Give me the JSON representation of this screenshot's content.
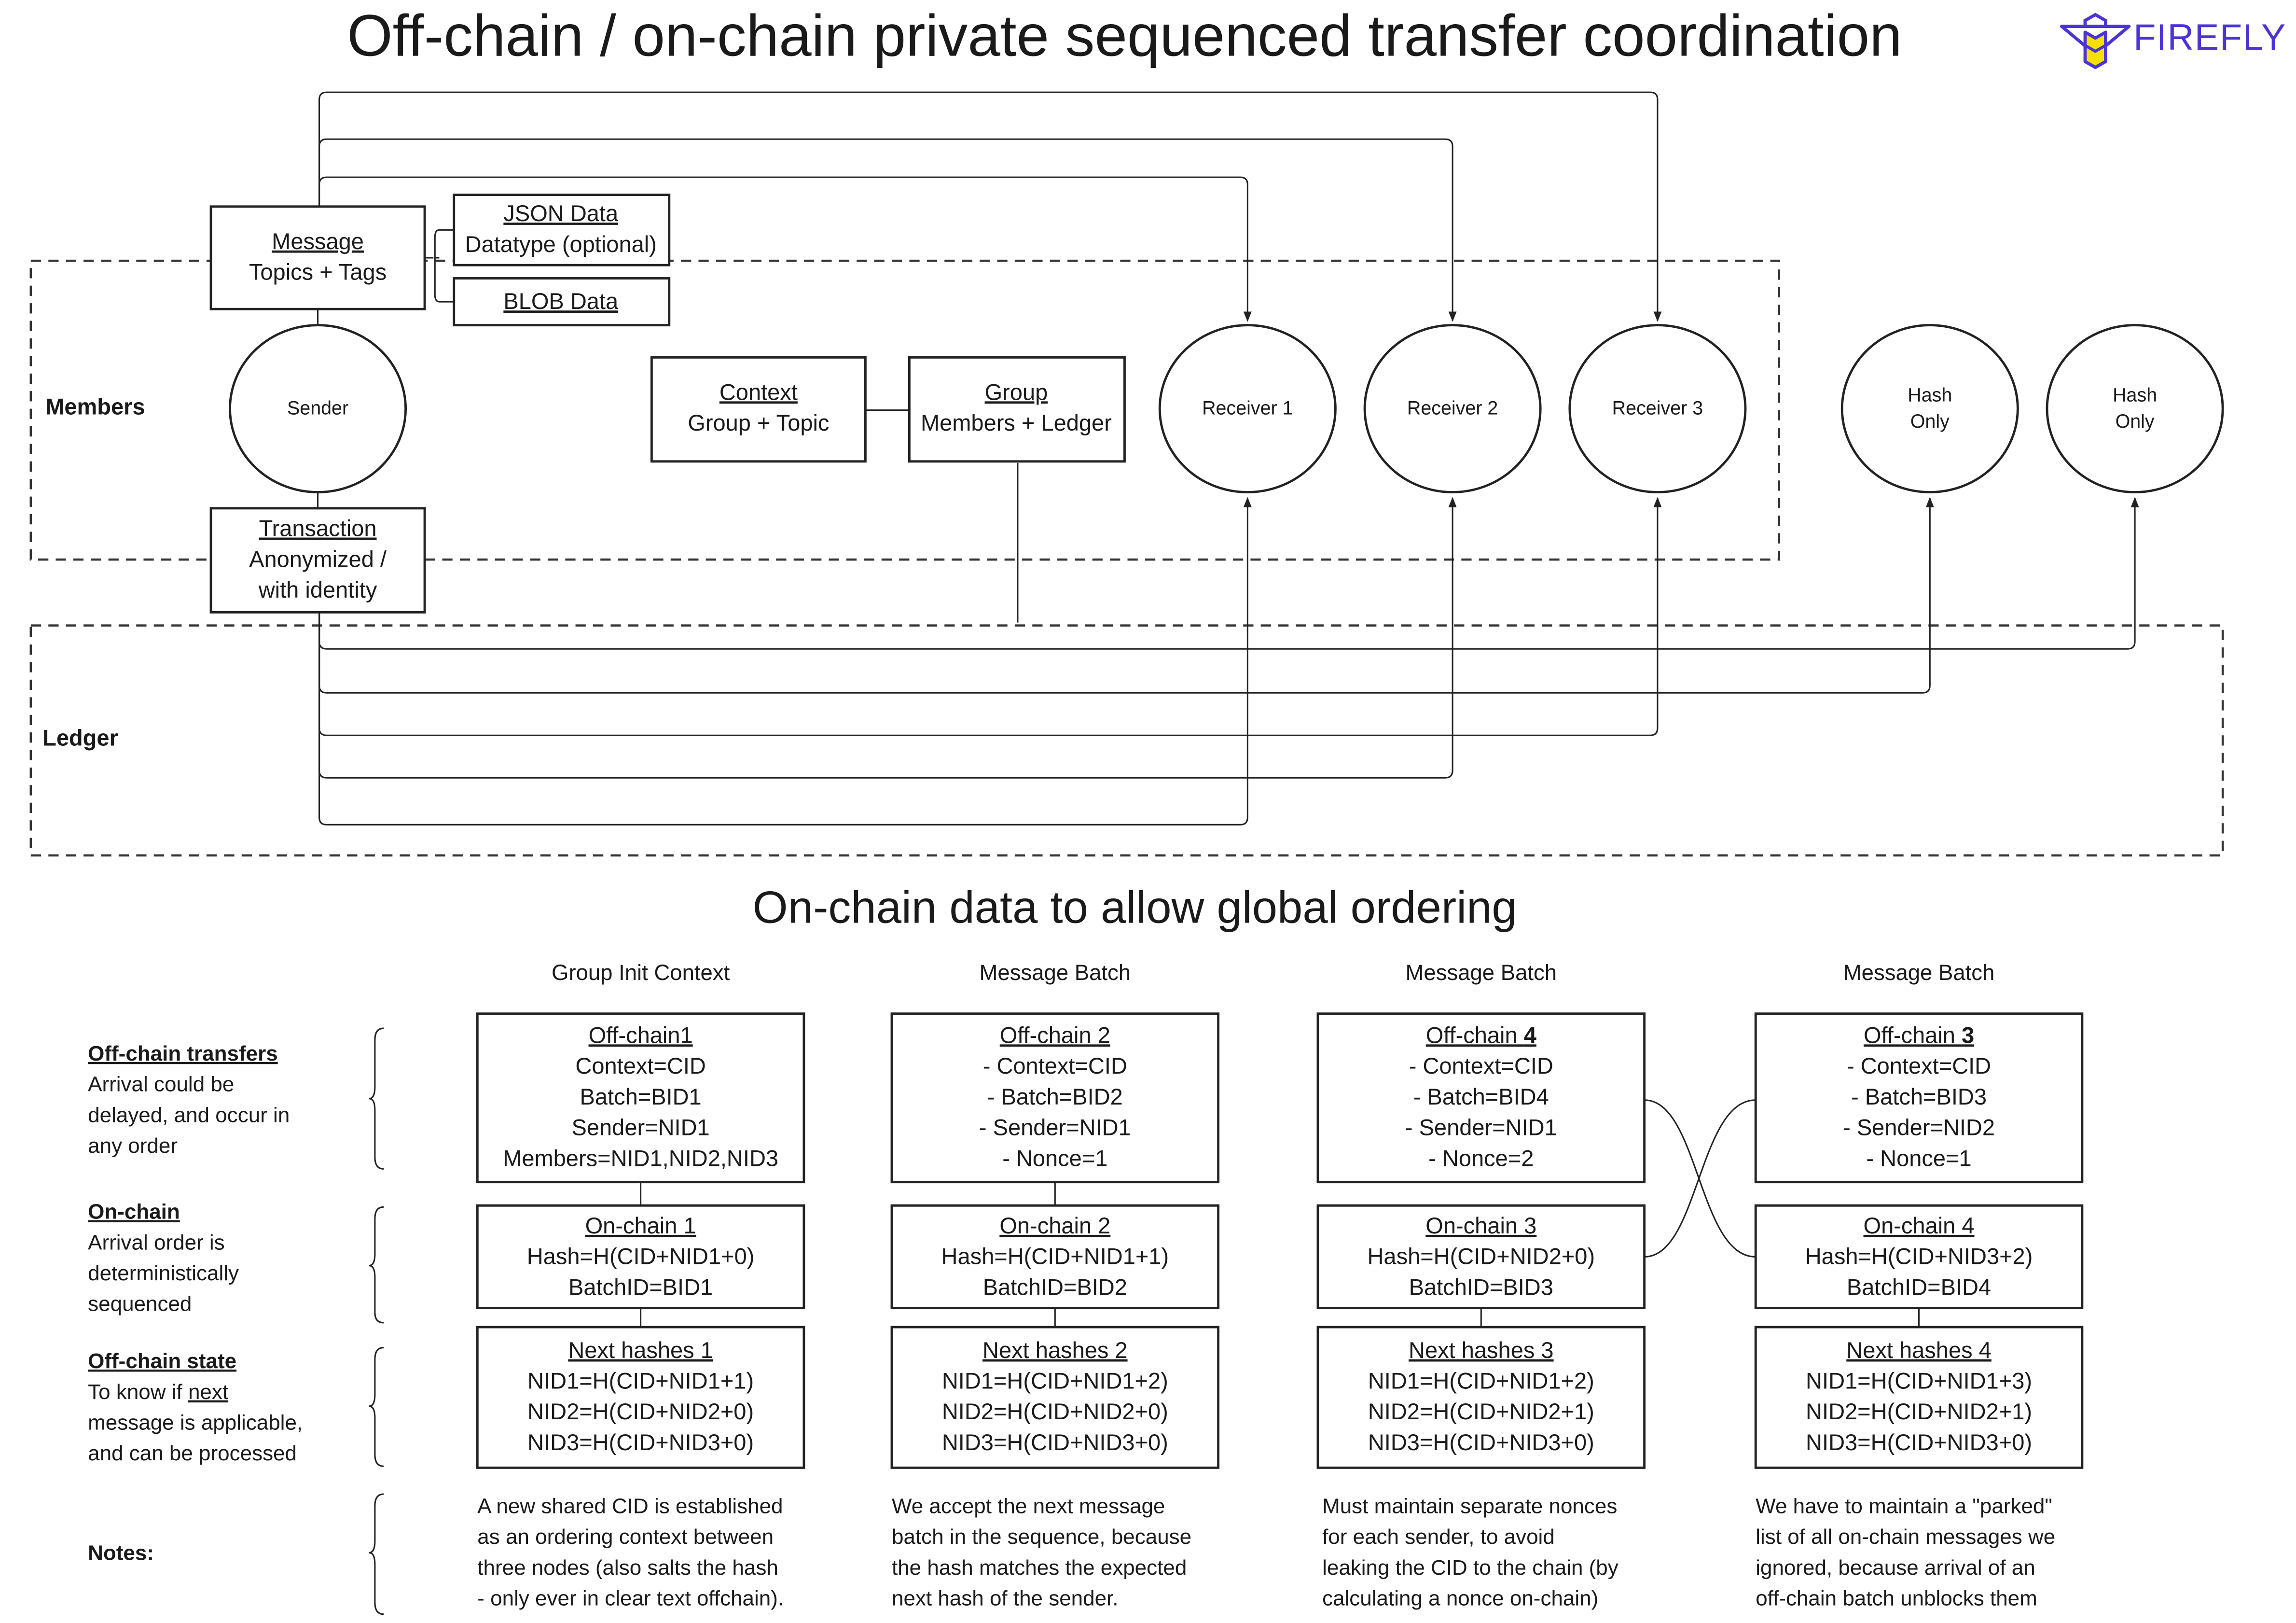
{
  "title": "Off-chain / on-chain private sequenced transfer coordination",
  "logo": {
    "text": "FIREFLY",
    "icon": "firefly-bee-icon",
    "brand_color": "#4a33d8",
    "accent_color": "#f5e000"
  },
  "top": {
    "members_label": "Members",
    "ledger_label": "Ledger",
    "message": {
      "title": "Message",
      "subtitle": "Topics + Tags"
    },
    "json_data": {
      "title": "JSON Data",
      "subtitle": "Datatype (optional)"
    },
    "blob_data": {
      "title": "BLOB Data"
    },
    "sender": "Sender",
    "transaction": {
      "title": "Transaction",
      "line1": "Anonymized /",
      "line2": "with identity"
    },
    "context": {
      "title": "Context",
      "subtitle": "Group + Topic"
    },
    "group": {
      "title": "Group",
      "subtitle": "Members + Ledger"
    },
    "receivers": [
      "Receiver 1",
      "Receiver 2",
      "Receiver 3"
    ],
    "hash_only": [
      {
        "line1": "Hash",
        "line2": "Only"
      },
      {
        "line1": "Hash",
        "line2": "Only"
      }
    ]
  },
  "bottom": {
    "subtitle": "On-chain data to allow global ordering",
    "row_labels": [
      {
        "title": "Off-chain transfers",
        "lines": [
          "Arrival could be",
          "delayed, and occur in",
          "any order"
        ]
      },
      {
        "title": "On-chain",
        "lines": [
          "Arrival order is",
          "deterministically",
          "sequenced"
        ]
      },
      {
        "title": "Off-chain state",
        "lines_pre": "To know if ",
        "lines_u": "next",
        "lines": [
          "message is applicable,",
          "and can be processed"
        ]
      },
      {
        "title": "Notes:"
      }
    ],
    "columns": [
      {
        "heading": "Group Init Context",
        "offchain": {
          "title": "Off-chain1",
          "title_bold": "",
          "lines": [
            "Context=CID",
            "Batch=BID1",
            "Sender=NID1",
            "Members=NID1,NID2,NID3"
          ]
        },
        "onchain": {
          "title": "On-chain 1",
          "lines": [
            "Hash=H(CID+NID1+0)",
            "BatchID=BID1"
          ]
        },
        "next": {
          "title": "Next hashes 1",
          "lines": [
            "NID1=H(CID+NID1+1)",
            "NID2=H(CID+NID2+0)",
            "NID3=H(CID+NID3+0)"
          ]
        },
        "note": [
          "A new shared CID is established",
          "as an ordering context between",
          "three nodes (also salts the hash",
          "- only ever in clear text offchain)."
        ]
      },
      {
        "heading": "Message Batch",
        "offchain": {
          "title": "Off-chain 2",
          "title_bold": "",
          "lines": [
            "- Context=CID",
            "- Batch=BID2",
            "- Sender=NID1",
            "- Nonce=1"
          ]
        },
        "onchain": {
          "title": "On-chain 2",
          "lines": [
            "Hash=H(CID+NID1+1)",
            "BatchID=BID2"
          ]
        },
        "next": {
          "title": "Next hashes 2",
          "lines": [
            "NID1=H(CID+NID1+2)",
            "NID2=H(CID+NID2+0)",
            "NID3=H(CID+NID3+0)"
          ]
        },
        "note": [
          "We accept the next message",
          "batch in the sequence, because",
          "the hash matches the expected",
          "next hash of the sender."
        ]
      },
      {
        "heading": "Message Batch",
        "offchain": {
          "title": "Off-chain ",
          "title_bold": "4",
          "lines": [
            "- Context=CID",
            "- Batch=BID4",
            "- Sender=NID1",
            "- Nonce=2"
          ]
        },
        "onchain": {
          "title": "On-chain 3",
          "lines": [
            "Hash=H(CID+NID2+0)",
            "BatchID=BID3"
          ]
        },
        "next": {
          "title": "Next hashes 3",
          "lines": [
            "NID1=H(CID+NID1+2)",
            "NID2=H(CID+NID2+1)",
            "NID3=H(CID+NID3+0)"
          ]
        },
        "note": [
          "Must maintain separate nonces",
          "for each sender, to avoid",
          "leaking the CID to the chain (by",
          "calculating a nonce on-chain)"
        ]
      },
      {
        "heading": "Message Batch",
        "offchain": {
          "title": "Off-chain ",
          "title_bold": "3",
          "lines": [
            "- Context=CID",
            "- Batch=BID3",
            "- Sender=NID2",
            "- Nonce=1"
          ]
        },
        "onchain": {
          "title": "On-chain 4",
          "lines": [
            "Hash=H(CID+NID3+2)",
            "BatchID=BID4"
          ]
        },
        "next": {
          "title": "Next hashes 4",
          "lines": [
            "NID1=H(CID+NID1+3)",
            "NID2=H(CID+NID2+1)",
            "NID3=H(CID+NID3+0)"
          ]
        },
        "note": [
          "We have to maintain a \"parked\"",
          "list of all on-chain messages we",
          "ignored, because arrival of an",
          "off-chain batch unblocks them"
        ]
      }
    ]
  }
}
